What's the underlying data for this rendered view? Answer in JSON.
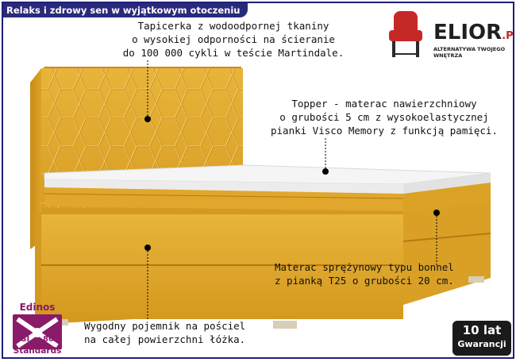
{
  "banner": {
    "title": "Relaks i zdrowy sen w wyjątkowym otoczeniu"
  },
  "logo": {
    "brand": "ELIOR",
    "tld": ".PL",
    "tagline": "ALTERNATYWA TWOJEGO WNĘTRZA",
    "icon": "armchair-icon"
  },
  "annotations": [
    {
      "id": "headboard",
      "lines": [
        "Tapicerka z wodoodpornej tkaniny",
        "o wysokiej odporności na ścieranie",
        "do 100 000 cykli w teście Martindale."
      ]
    },
    {
      "id": "topper",
      "lines": [
        "Topper - materac nawierzchniowy",
        "o grubości 5 cm z wysokoelastycznej",
        "pianki Visco Memory z funkcją pamięci."
      ]
    },
    {
      "id": "mattress",
      "lines": [
        "Materac sprężynowy typu bonnel",
        "z pianką T25 o grubości 20 cm."
      ]
    },
    {
      "id": "storage",
      "lines": [
        "Wygodny pojemnik na pościel",
        "na całej powierzchni łóżka."
      ]
    }
  ],
  "certificate": {
    "name": "Edinos",
    "code_left": "DSI",
    "code_right": "804",
    "label": "Standards"
  },
  "warranty": {
    "years": "10 lat",
    "label": "Gwarancji"
  },
  "colors": {
    "banner": "#2a2a7d",
    "fabric": "#e3a92d",
    "fabric_shadow": "#c98d1a",
    "stitch": "#f0c25a",
    "topper": "#f2f2f2",
    "logo_red": "#c62828",
    "certificate": "#8a1a6a"
  }
}
